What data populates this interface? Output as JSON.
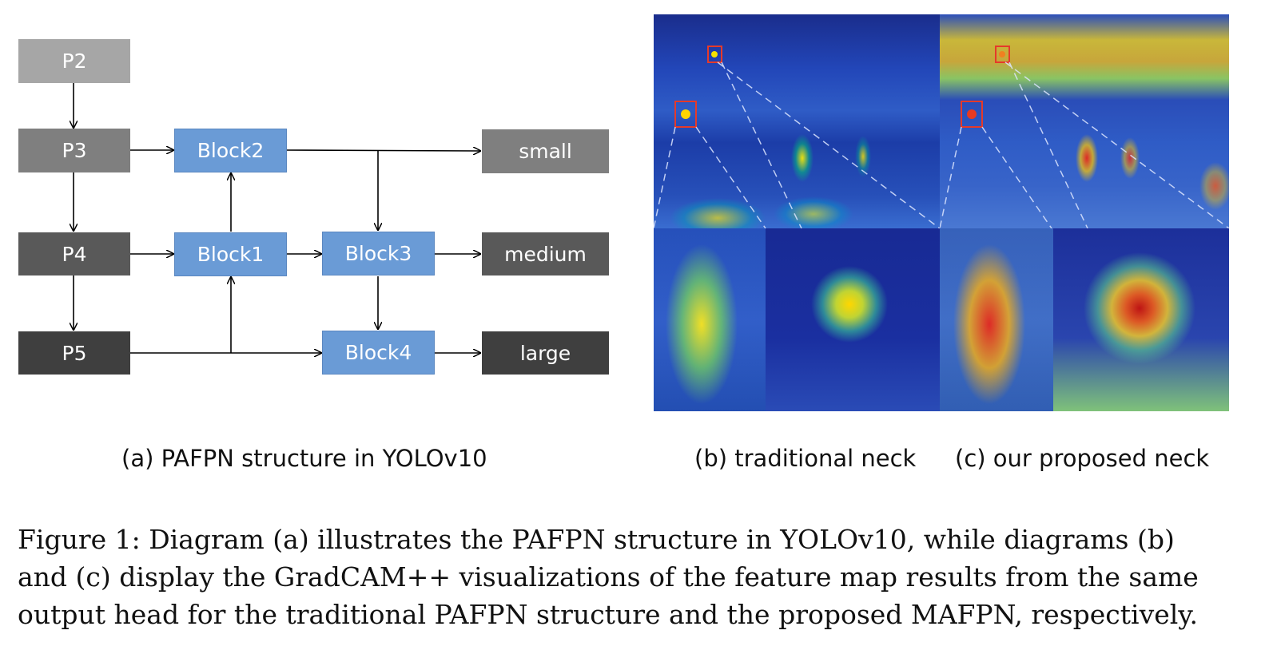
{
  "diagram": {
    "nodes": {
      "p2": "P2",
      "p3": "P3",
      "p4": "P4",
      "p5": "P5",
      "block1": "Block1",
      "block2": "Block2",
      "block3": "Block3",
      "block4": "Block4",
      "small": "small",
      "medium": "medium",
      "large": "large"
    },
    "colors": {
      "p2": "#a6a6a6",
      "p3": "#7f7f7f",
      "p4": "#595959",
      "p5": "#3f3f3f",
      "block": "#6a9bd6",
      "small": "#7f7f7f",
      "medium": "#595959",
      "large": "#3f3f3f"
    }
  },
  "subcaptions": {
    "a": "(a) PAFPN structure in YOLOv10",
    "b": "(b) traditional neck",
    "c": "(c) our proposed neck"
  },
  "caption": {
    "line1": "Figure 1: Diagram (a) illustrates the PAFPN structure in YOLOv10, while diagrams (b)",
    "line2": "and (c) display the GradCAM++ visualizations of the feature map results from the same",
    "line3": "output head for the traditional PAFPN structure and the proposed MAFPN, respectively."
  }
}
